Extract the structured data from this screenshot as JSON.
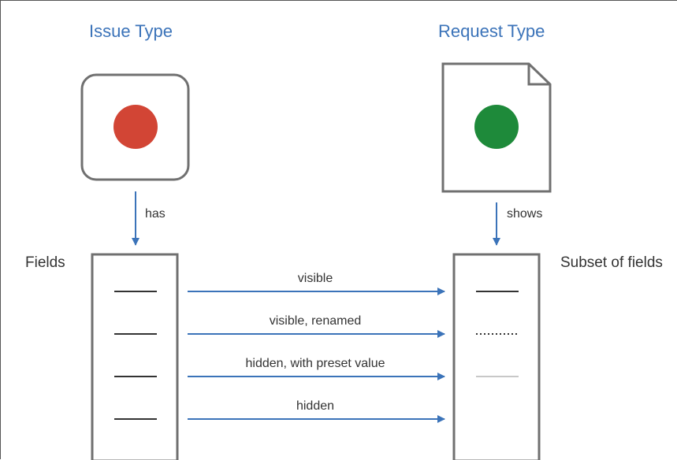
{
  "issue_type": {
    "title": "Issue Type",
    "dot_color": "#d24535"
  },
  "request_type": {
    "title": "Request Type",
    "dot_color": "#1e8a3a"
  },
  "relations": {
    "has": "has",
    "shows": "shows"
  },
  "fields_label": "Fields",
  "subset_label": "Subset of fields",
  "mappings": [
    {
      "label": "visible",
      "line_style": "solid"
    },
    {
      "label": "visible, renamed",
      "line_style": "dotted"
    },
    {
      "label": "hidden, with preset value",
      "line_style": "light"
    },
    {
      "label": "hidden",
      "line_style": "none"
    }
  ],
  "colors": {
    "accent": "#3b73b9",
    "box_border": "#707070",
    "text": "#333333"
  }
}
